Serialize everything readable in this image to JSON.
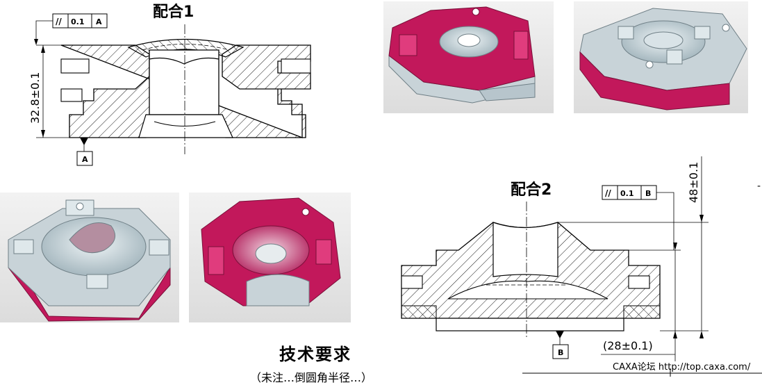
{
  "fit1": {
    "title": "配合1",
    "tolerance": {
      "symbol": "//",
      "value": "0.1",
      "datum": "A"
    },
    "dimension": "32.8±0.1",
    "datum_label": "A"
  },
  "fit2": {
    "title": "配合2",
    "tolerance": {
      "symbol": "//",
      "value": "0.1",
      "datum": "B"
    },
    "dimension_height": "48±0.1",
    "dimension_ref": "(28±0.1)",
    "datum_label": "B"
  },
  "renders": [
    {
      "name": "part-render-1"
    },
    {
      "name": "part-render-2"
    },
    {
      "name": "part-render-3"
    },
    {
      "name": "part-render-4"
    }
  ],
  "colors": {
    "magenta": "#c2185b",
    "silver": "#c8d3d8",
    "line": "#000000"
  },
  "tech": {
    "title": "技术要求",
    "note": "（未注…倒圆角半径…）"
  },
  "watermark": "CAXA论坛 http://top.caxa.com/"
}
